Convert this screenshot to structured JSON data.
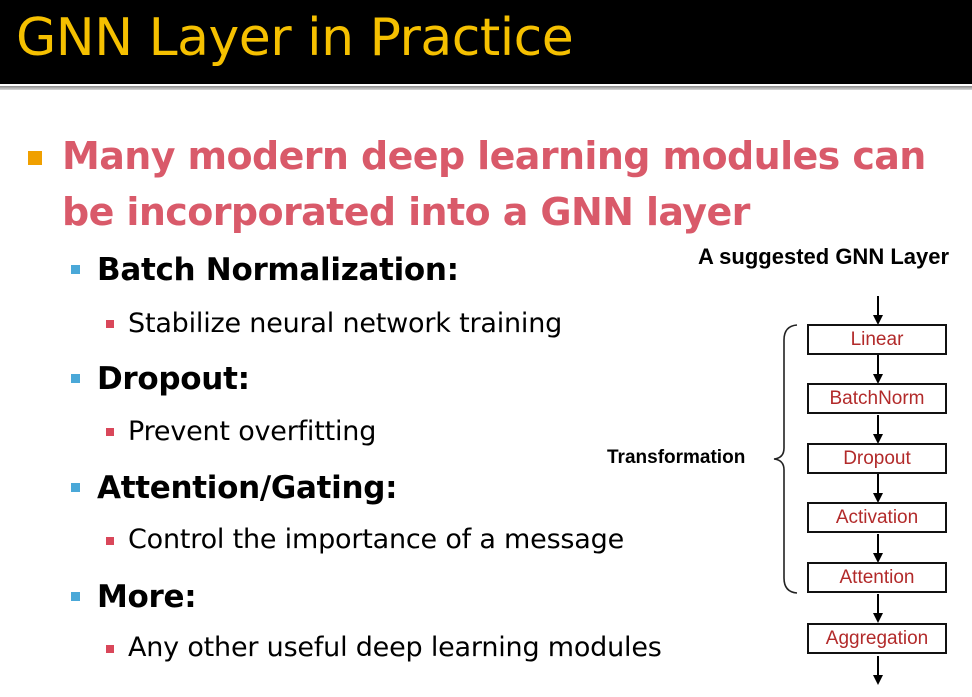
{
  "slide": {
    "title": "GNN Layer in Practice",
    "main_point": "Many modern deep learning modules can be incorporated into a GNN layer",
    "items": [
      {
        "title": "Batch Normalization:",
        "detail": "Stabilize neural network training"
      },
      {
        "title": "Dropout:",
        "detail": "Prevent overfitting"
      },
      {
        "title": "Attention/Gating:",
        "detail": "Control the importance of a message"
      },
      {
        "title": "More:",
        "detail": "Any other useful deep learning modules"
      }
    ]
  },
  "diagram": {
    "title": "A suggested GNN Layer",
    "group_label": "Transformation",
    "boxes": [
      "Linear",
      "BatchNorm",
      "Dropout",
      "Activation",
      "Attention",
      "Aggregation"
    ]
  },
  "colors": {
    "title_text": "#f5c000",
    "main_point_text": "#d95a6a",
    "level1_bullet": "#f0a000",
    "level2_bullet": "#4aa8d8",
    "level3_bullet": "#d9475a",
    "box_text": "#b22a2a"
  }
}
